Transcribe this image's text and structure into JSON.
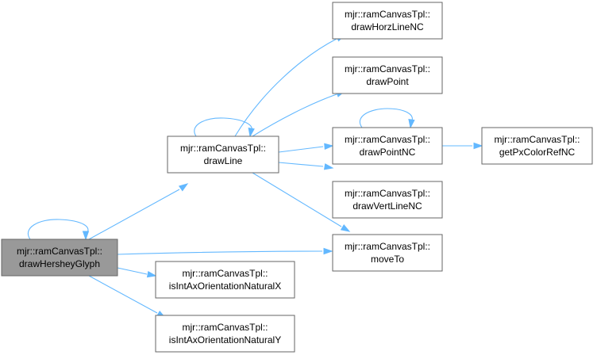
{
  "graph": {
    "nodes": [
      {
        "id": "drawHersheyGlyph",
        "line1": "mjr::ramCanvasTpl::",
        "line2": "drawHersheyGlyph",
        "highlighted": true
      },
      {
        "id": "drawLine",
        "line1": "mjr::ramCanvasTpl::",
        "line2": "drawLine"
      },
      {
        "id": "drawHorzLineNC",
        "line1": "mjr::ramCanvasTpl::",
        "line2": "drawHorzLineNC"
      },
      {
        "id": "drawPoint",
        "line1": "mjr::ramCanvasTpl::",
        "line2": "drawPoint"
      },
      {
        "id": "drawPointNC",
        "line1": "mjr::ramCanvasTpl::",
        "line2": "drawPointNC"
      },
      {
        "id": "getPxColorRefNC",
        "line1": "mjr::ramCanvasTpl::",
        "line2": "getPxColorRefNC"
      },
      {
        "id": "drawVertLineNC",
        "line1": "mjr::ramCanvasTpl::",
        "line2": "drawVertLineNC"
      },
      {
        "id": "moveTo",
        "line1": "mjr::ramCanvasTpl::",
        "line2": "moveTo"
      },
      {
        "id": "isIntAxOrientationNaturalX",
        "line1": "mjr::ramCanvasTpl::",
        "line2": "isIntAxOrientationNaturalX"
      },
      {
        "id": "isIntAxOrientationNaturalY",
        "line1": "mjr::ramCanvasTpl::",
        "line2": "isIntAxOrientationNaturalY"
      }
    ],
    "edges": [
      {
        "from": "drawHersheyGlyph",
        "to": "drawHersheyGlyph"
      },
      {
        "from": "drawHersheyGlyph",
        "to": "drawLine"
      },
      {
        "from": "drawHersheyGlyph",
        "to": "moveTo"
      },
      {
        "from": "drawHersheyGlyph",
        "to": "isIntAxOrientationNaturalX"
      },
      {
        "from": "drawHersheyGlyph",
        "to": "isIntAxOrientationNaturalY"
      },
      {
        "from": "drawLine",
        "to": "drawLine"
      },
      {
        "from": "drawLine",
        "to": "drawHorzLineNC"
      },
      {
        "from": "drawLine",
        "to": "drawPoint"
      },
      {
        "from": "drawLine",
        "to": "drawPointNC"
      },
      {
        "from": "drawLine",
        "to": "drawVertLineNC"
      },
      {
        "from": "drawLine",
        "to": "moveTo"
      },
      {
        "from": "drawPointNC",
        "to": "drawPointNC"
      },
      {
        "from": "drawPointNC",
        "to": "getPxColorRefNC"
      }
    ],
    "colors": {
      "edge": "#63b8ff",
      "node_border": "#666666",
      "node_fill": "#ffffff",
      "highlight_fill": "#999999"
    }
  }
}
